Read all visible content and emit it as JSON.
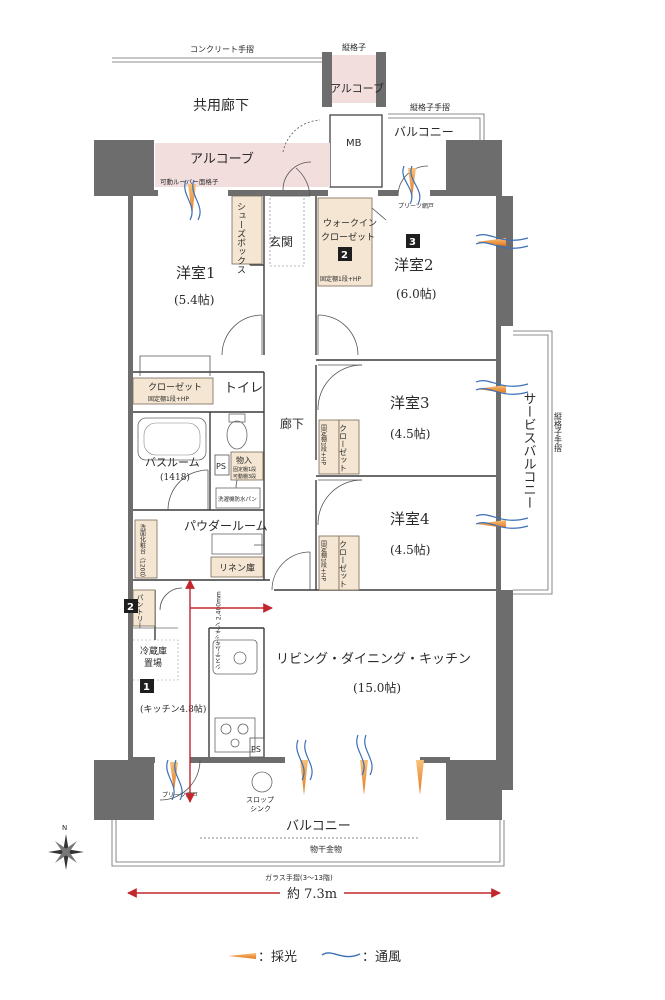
{
  "labels": {
    "concrete_railing": "コンクリート手摺",
    "vertical_lattice_top": "縦格子",
    "alcove_top": "アルコーブ",
    "common_corridor": "共用廊下",
    "vertical_lattice_railing": "縦格子手摺",
    "balcony_top": "バルコニー",
    "mb": "MB",
    "alcove": "アルコーブ",
    "movable_louver": "可動ルーバー面格子",
    "shoe_box": "シューズボックス",
    "entrance": "玄関",
    "walkin_closet": "ウォークイン\nクローゼット",
    "walkin_shelf": "固定棚1段+HP",
    "pleated_screen_top": "プリーツ網戸",
    "room1_name": "洋室1",
    "room1_size": "(5.4帖)",
    "room2_name": "洋室2",
    "room2_size": "(6.0帖)",
    "closet": "クローゼット",
    "closet_shelf": "固定棚1段+HP",
    "toilet": "トイレ",
    "room3_name": "洋室3",
    "room3_size": "(4.5帖)",
    "hall": "廊下",
    "bathroom": "バスルーム",
    "bathroom_size": "(1418)",
    "ps1": "PS",
    "storage": "物入",
    "storage_detail": "固定棚1段\n可動棚3段",
    "closet3": "クローゼット",
    "closet3_shelf": "固定棚1段+HP",
    "washer_pan": "洗濯機防水パン",
    "service_balcony": "サービスバルコニー",
    "vertical_lattice_right": "縦格子手摺",
    "powder_room": "パウダールーム",
    "room4_name": "洋室4",
    "room4_size": "(4.5帖)",
    "vanity": "洗面化粧台（1200）",
    "linen": "リネン庫",
    "closet4": "クローゼット",
    "closet4_shelf": "固定棚1段+HP",
    "pantry": "パントリー",
    "ldk_name": "リビング・ダイニング・キッチン",
    "ldk_size": "(15.0帖)",
    "fridge": "冷蔵庫\n置場",
    "kitchen_size": "(キッチン4.8帖)",
    "system_kitchen": "システムキッチン 2,400mm",
    "ps2": "PS",
    "pleated_screen_bottom": "プリーツ網戸",
    "slop_sink": "スロップ\nシンク",
    "balcony_bottom": "バルコニー",
    "drying_hardware": "物干金物",
    "glass_railing": "ガラス手摺(3〜13階)",
    "width": "約 7.3m",
    "compass_n": "N",
    "legend_light": "：採光",
    "legend_wind": "：通風"
  },
  "badges": [
    "1",
    "2",
    "2",
    "3"
  ],
  "colors": {
    "wall": "#6d6d6d",
    "alcove": "#f3dede",
    "closet": "#f4e6d2",
    "arrow": "#c2272d",
    "light": "#f29b3a",
    "wind": "#3b6fb6"
  }
}
